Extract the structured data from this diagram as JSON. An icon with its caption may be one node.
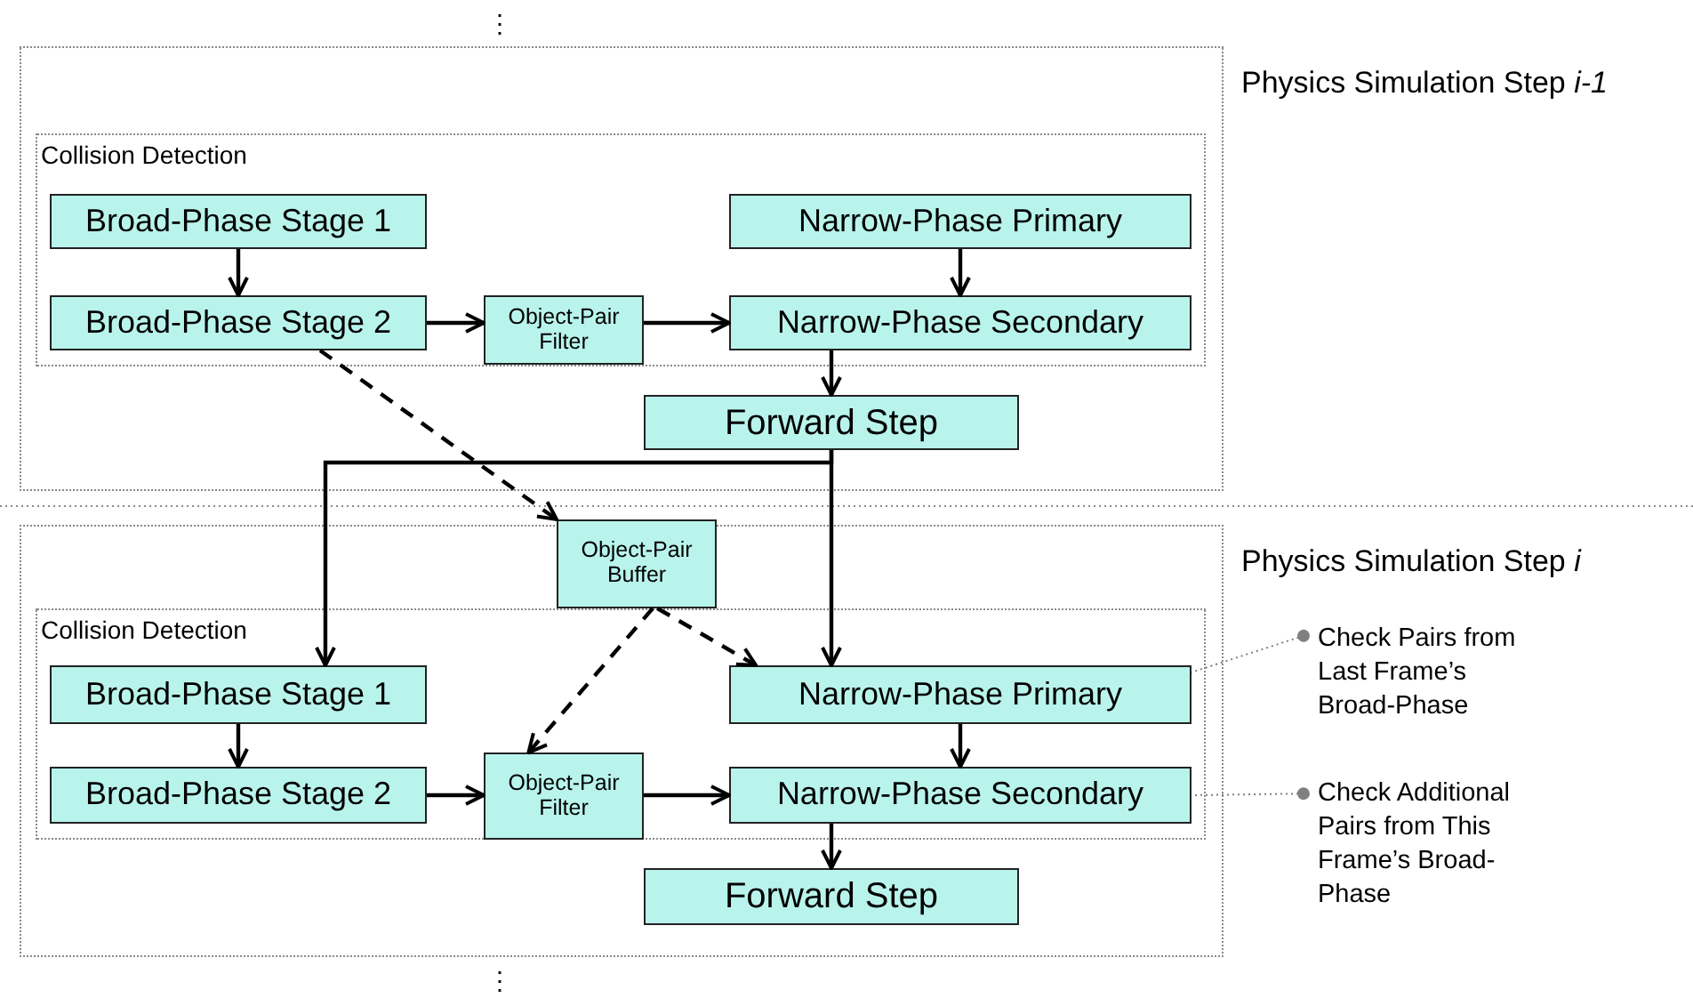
{
  "diagram": {
    "nodes": [
      {
        "text": [
          "Physics Simulation Step *i-1*"
        ]
      },
      {
        "text": [
          "Collision Detection"
        ],
        "in": 0
      },
      {
        "text": [
          "Broad-Phase Stage 1"
        ],
        "in": 1
      },
      {
        "text": [
          "Narrow-Phase Primary"
        ],
        "in": 1
      },
      {
        "text": [
          "Broad-Phase Stage 2"
        ],
        "in": 1
      },
      {
        "text": [
          "Object-Pair Filter"
        ],
        "in": 1
      },
      {
        "text": [
          "Narrow-Phase Secondary"
        ],
        "in": 1
      },
      {
        "text": [
          "Forward Step"
        ],
        "in": 0
      },
      {
        "text": [
          "Physics Simulation Step *i*"
        ]
      },
      {
        "text": [
          "Object-Pair Buffer"
        ],
        "in": 8
      },
      {
        "text": [
          "Collision Detection"
        ],
        "in": 8
      },
      {
        "text": [
          "Broad-Phase Stage 1"
        ],
        "in": 10
      },
      {
        "text": [
          "Narrow-Phase Primary"
        ],
        "in": 10
      },
      {
        "text": [
          "Broad-Phase Stage 2"
        ],
        "in": 10
      },
      {
        "text": [
          "Object-Pair Filter"
        ],
        "in": 10
      },
      {
        "text": [
          "Narrow-Phase Secondary"
        ],
        "in": 10
      },
      {
        "text": [
          "Forward Step"
        ],
        "in": 8
      },
      {
        "text": [
          "Check Pairs from Last Frame’s Broad-Phase"
        ]
      },
      {
        "text": [
          "Check Additional Pairs from This Frame’s Broad-Phase"
        ]
      }
    ],
    "edges": [
      {
        "from": 2,
        "to": 4,
        "arrow": "to"
      },
      {
        "from": 3,
        "to": 6,
        "arrow": "to"
      },
      {
        "from": 4,
        "to": 5,
        "arrow": "to"
      },
      {
        "from": 5,
        "to": 6,
        "arrow": "to"
      },
      {
        "from": 6,
        "to": 7,
        "arrow": "to"
      },
      {
        "from": 4,
        "to": 9,
        "arrow": "to",
        "style": "dashed"
      },
      {
        "from": 7,
        "to": 11,
        "arrow": "to"
      },
      {
        "from": 7,
        "to": 12,
        "arrow": "to"
      },
      {
        "from": 9,
        "to": 12,
        "arrow": "to",
        "style": "dashed"
      },
      {
        "from": 9,
        "to": 14,
        "arrow": "to",
        "style": "dashed"
      },
      {
        "from": 11,
        "to": 13,
        "arrow": "to"
      },
      {
        "from": 12,
        "to": 15,
        "arrow": "to"
      },
      {
        "from": 13,
        "to": 14,
        "arrow": "to"
      },
      {
        "from": 14,
        "to": 15,
        "arrow": "to"
      },
      {
        "from": 15,
        "to": 16,
        "arrow": "to"
      },
      {
        "from": 17,
        "to": 12,
        "arrow": "other",
        "style": "dashed",
        "color": "#808080"
      },
      {
        "from": 18,
        "to": 15,
        "arrow": "other",
        "style": "dashed",
        "color": "#808080"
      }
    ],
    "labels": [
      "⋮",
      "⋮"
    ]
  }
}
